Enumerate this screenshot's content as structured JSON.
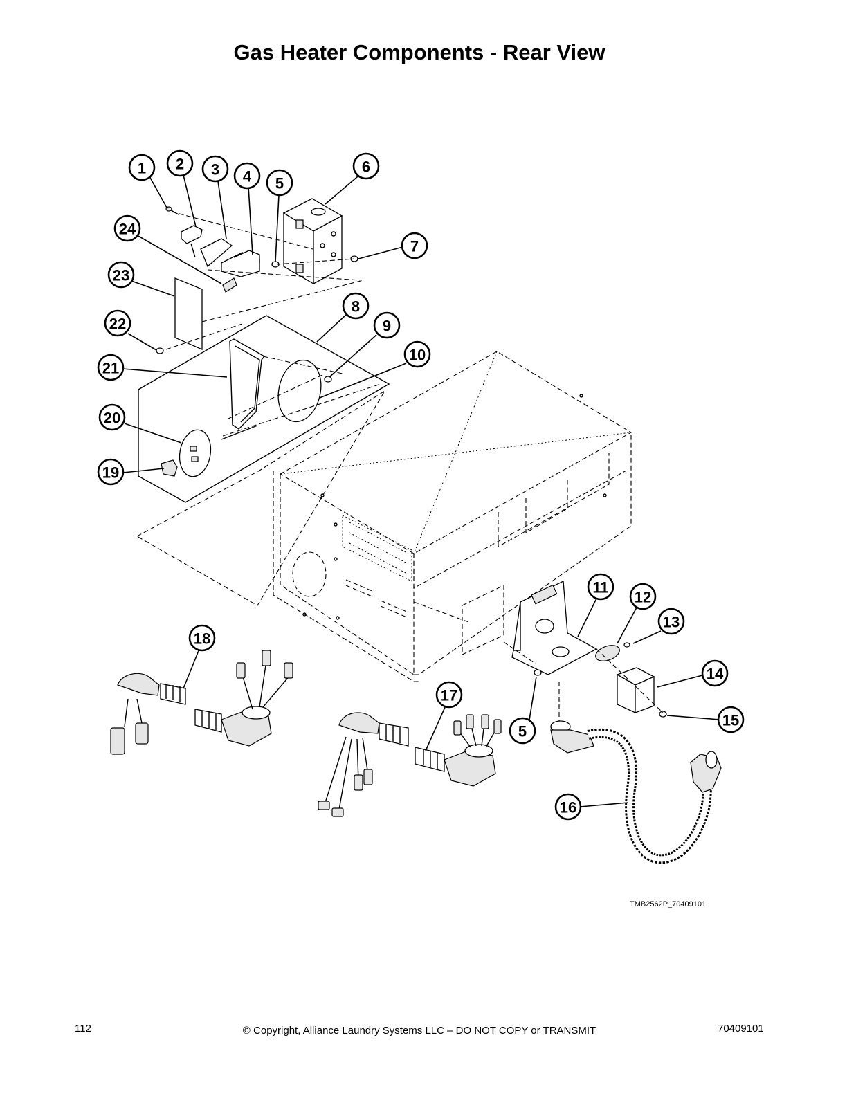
{
  "page": {
    "title": "Gas Heater Components - Rear View",
    "drawing_code": "TMB2562P_70409101",
    "page_number": "112",
    "copyright": "© Copyright, Alliance Laundry Systems LLC – DO NOT COPY or TRANSMIT",
    "document_number": "70409101"
  },
  "callouts": [
    "1",
    "2",
    "3",
    "4",
    "5",
    "6",
    "7",
    "8",
    "9",
    "10",
    "11",
    "12",
    "13",
    "14",
    "15",
    "16",
    "17",
    "18",
    "19",
    "20",
    "21",
    "22",
    "23",
    "24",
    "5"
  ]
}
